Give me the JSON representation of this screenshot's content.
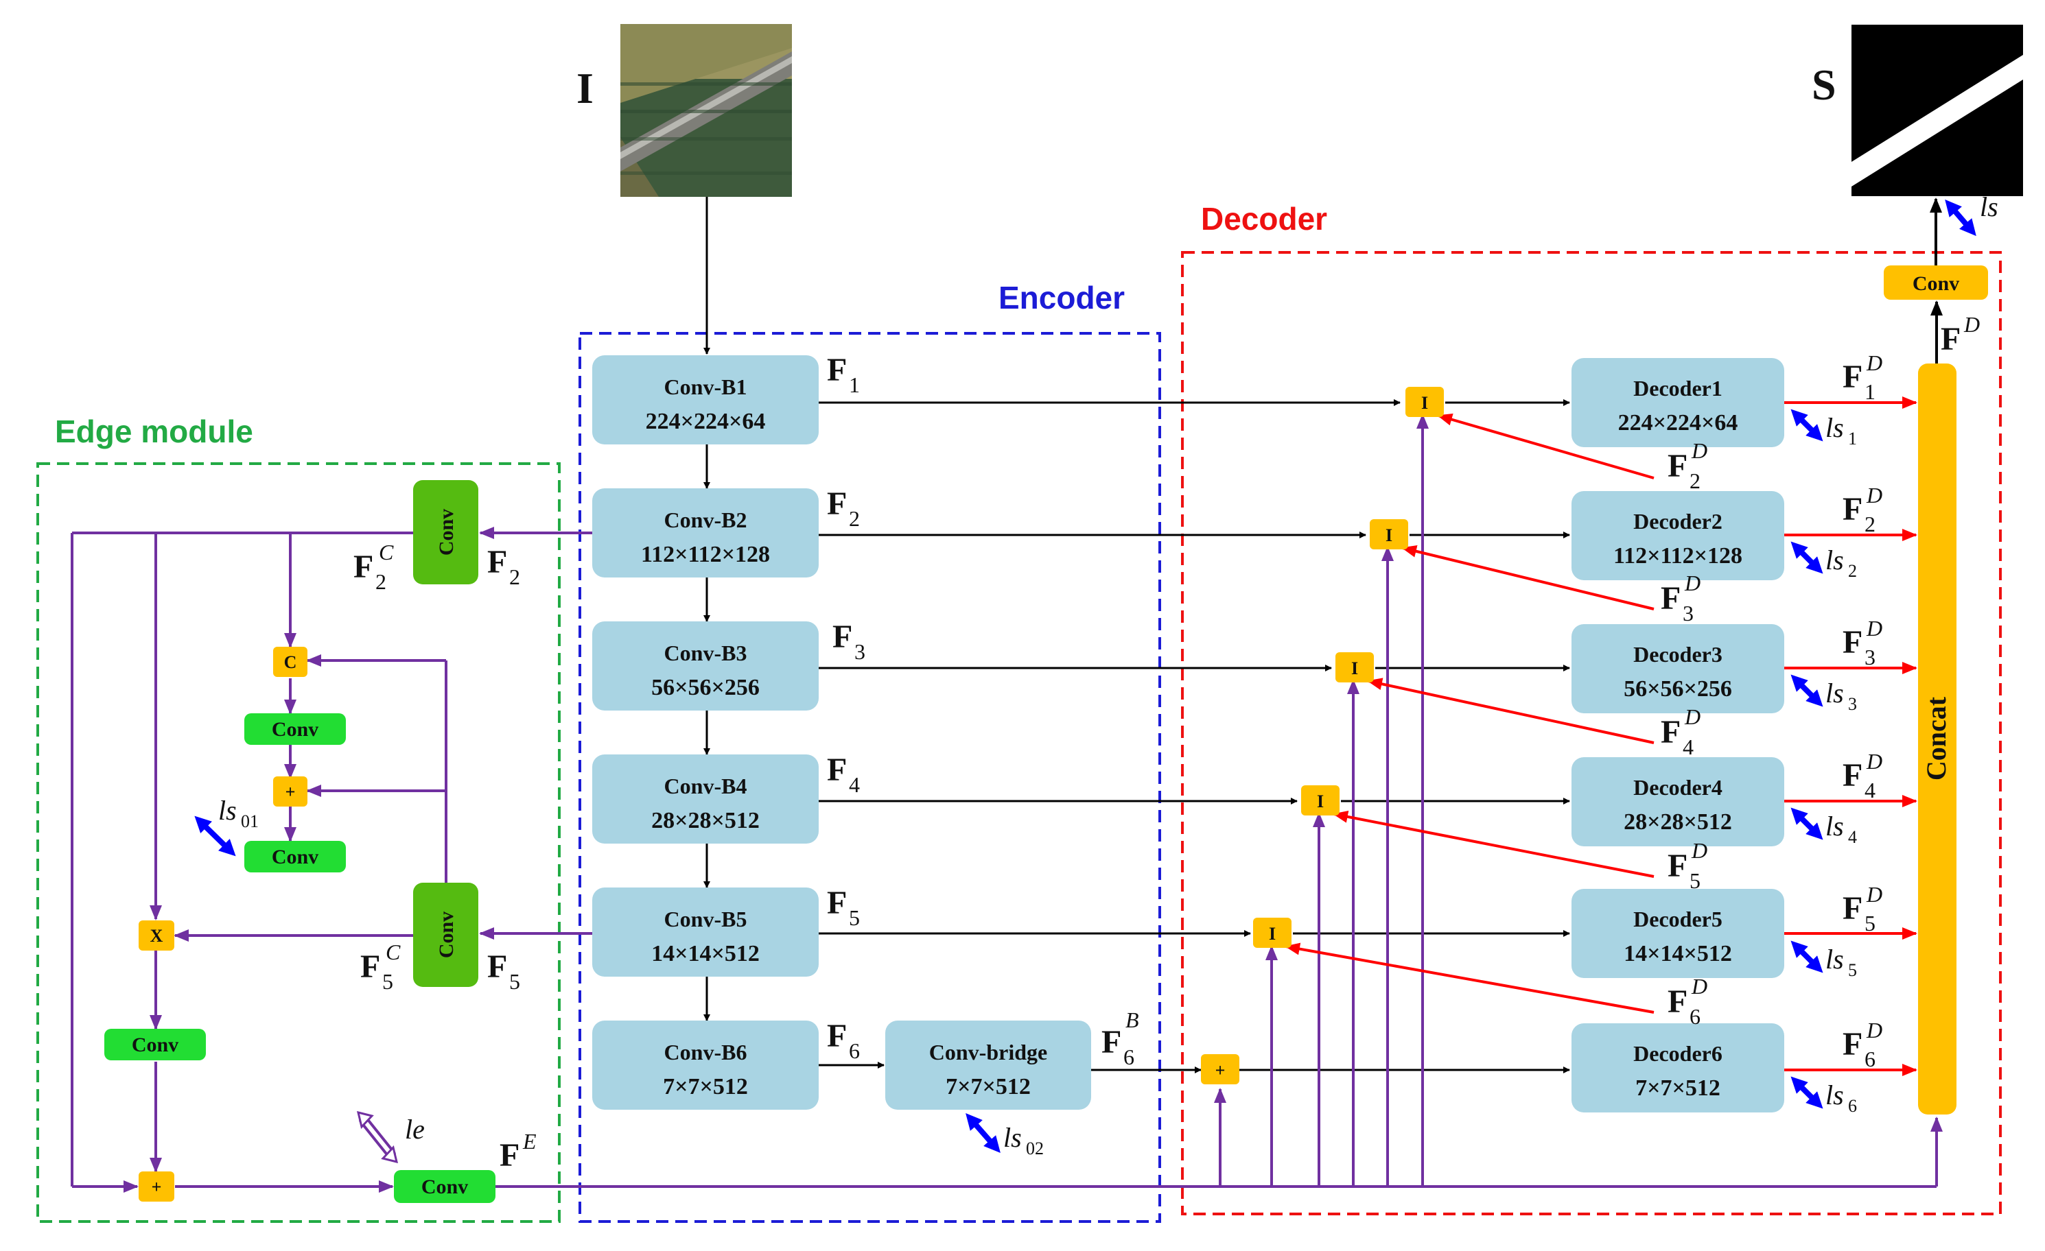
{
  "regions": {
    "encoder": "Encoder",
    "decoder": "Decoder",
    "edge": "Edge  module"
  },
  "image_label": "I",
  "output_label": "S",
  "encoder_blocks": [
    {
      "title": "Conv-B1",
      "dims": "224×224×64",
      "feat": "F",
      "sub": "1"
    },
    {
      "title": "Conv-B2",
      "dims": "112×112×128",
      "feat": "F",
      "sub": "2"
    },
    {
      "title": "Conv-B3",
      "dims": "56×56×256",
      "feat": "F",
      "sub": "3"
    },
    {
      "title": "Conv-B4",
      "dims": "28×28×512",
      "feat": "F",
      "sub": "4"
    },
    {
      "title": "Conv-B5",
      "dims": "14×14×512",
      "feat": "F",
      "sub": "5"
    },
    {
      "title": "Conv-B6",
      "dims": "7×7×512",
      "feat": "F",
      "sub": "6"
    }
  ],
  "bridge": {
    "title": "Conv-bridge",
    "dims": "7×7×512",
    "feat": "F",
    "sub": "6",
    "sup": "B"
  },
  "decoder_blocks": [
    {
      "title": "Decoder1",
      "dims": "224×224×64",
      "out": "F",
      "sub": "1",
      "sup": "D",
      "loss_sub": "1"
    },
    {
      "title": "Decoder2",
      "dims": "112×112×128",
      "out": "F",
      "sub": "2",
      "sup": "D",
      "loss_sub": "2"
    },
    {
      "title": "Decoder3",
      "dims": "56×56×256",
      "out": "F",
      "sub": "3",
      "sup": "D",
      "loss_sub": "3"
    },
    {
      "title": "Decoder4",
      "dims": "28×28×512",
      "out": "F",
      "sub": "4",
      "sup": "D",
      "loss_sub": "4"
    },
    {
      "title": "Decoder5",
      "dims": "14×14×512",
      "out": "F",
      "sub": "5",
      "sup": "D",
      "loss_sub": "5"
    },
    {
      "title": "Decoder6",
      "dims": "7×7×512",
      "out": "F",
      "sub": "6",
      "sup": "D",
      "loss_sub": "6"
    }
  ],
  "concat_label": "Concat",
  "final_conv": "Conv",
  "fd_label": {
    "main": "F",
    "sup": "D"
  },
  "fe_label": {
    "main": "F",
    "sup": "E"
  },
  "ops": {
    "interp": "I",
    "add": "+",
    "cat": "C",
    "mul": "X"
  },
  "edge_module": {
    "conv_top": "Conv",
    "conv_bottom": "Conv",
    "conv_a": "Conv",
    "conv_b": "Conv",
    "conv_c": "Conv",
    "conv_out": "Conv",
    "f2c": {
      "main": "F",
      "sub": "2",
      "sup": "C"
    },
    "f5c": {
      "main": "F",
      "sub": "5",
      "sup": "C"
    },
    "f2": {
      "main": "F",
      "sub": "2"
    },
    "f5": {
      "main": "F",
      "sub": "5"
    }
  },
  "losses": {
    "ls": "ls",
    "ls01_sub": "01",
    "ls02_sub": "02",
    "le": "le"
  },
  "colors": {
    "encoder_block": "#a9d4e3",
    "op_node": "#ffc000",
    "edge_conv": "#22dd33",
    "edge_conv_dark": "#55bb11",
    "purple": "#7030a0",
    "red": "#ff0000",
    "blue": "#0000ff",
    "green_border": "#22aa44",
    "black": "#000000"
  }
}
